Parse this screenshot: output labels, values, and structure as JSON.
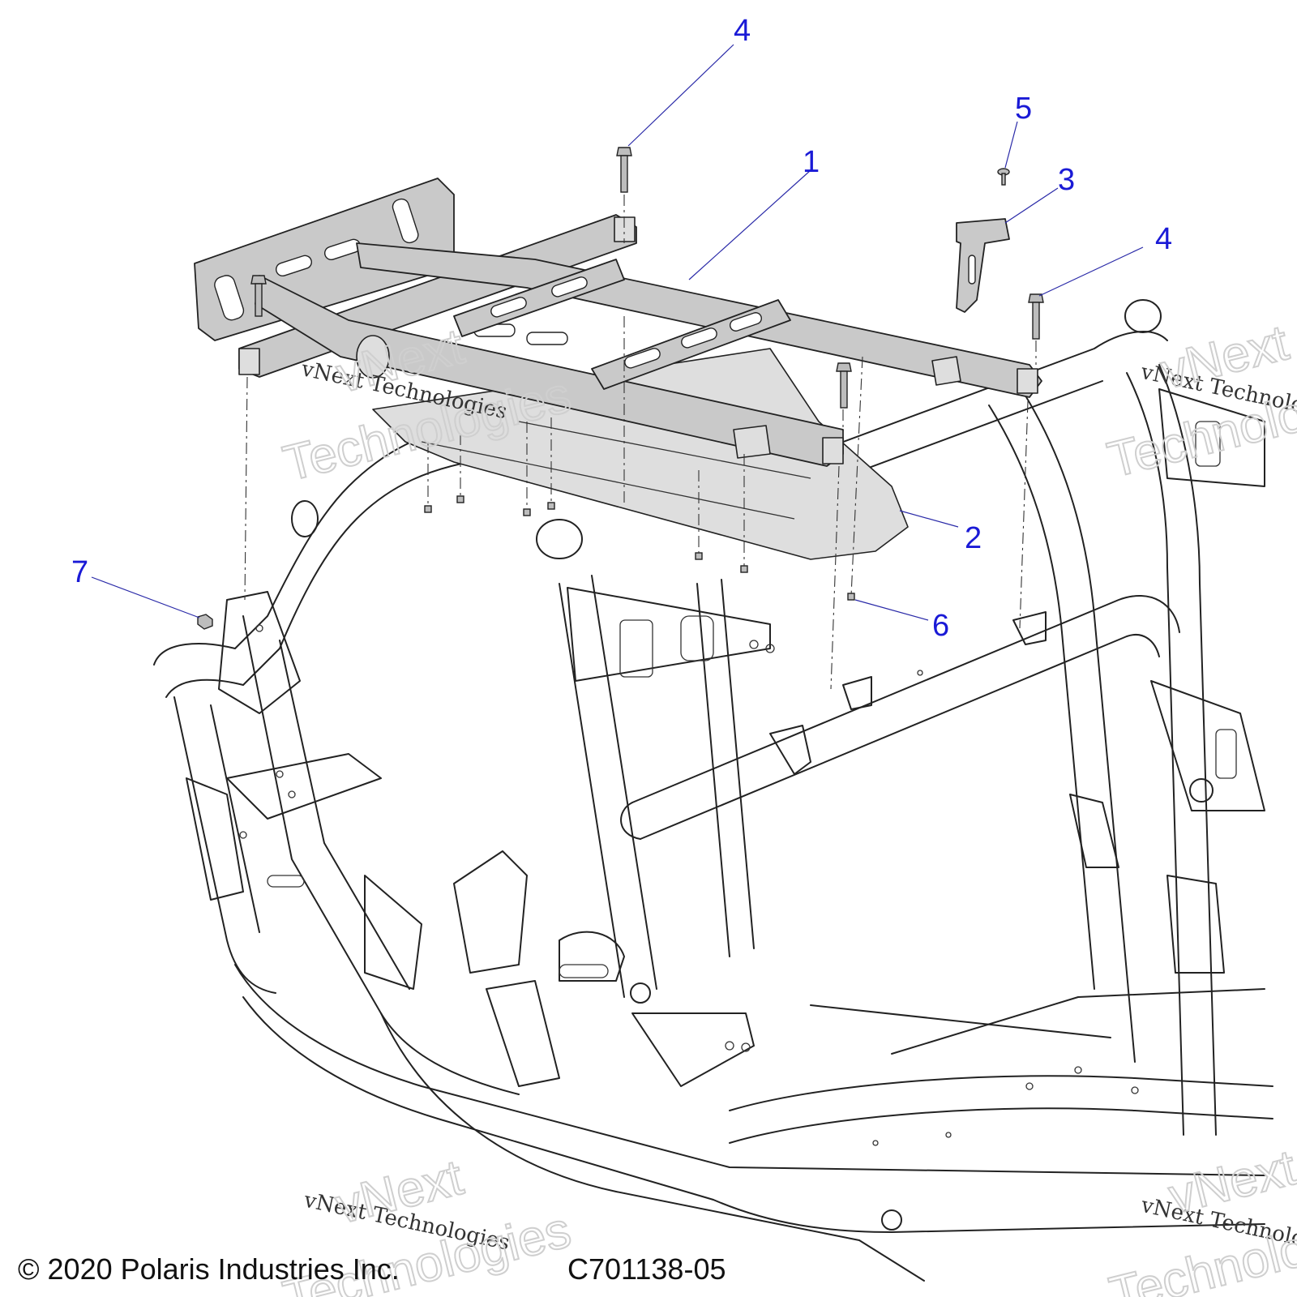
{
  "callouts": [
    {
      "id": "4",
      "label": "4"
    },
    {
      "id": "1",
      "label": "1"
    },
    {
      "id": "5",
      "label": "5"
    },
    {
      "id": "3",
      "label": "3"
    },
    {
      "id": "4b",
      "label": "4"
    },
    {
      "id": "2",
      "label": "2"
    },
    {
      "id": "7",
      "label": "7"
    },
    {
      "id": "6",
      "label": "6"
    }
  ],
  "watermark": {
    "line_small": "vNext Technologies",
    "line_big_1": "vNext",
    "line_big_2": "Technologies"
  },
  "footer": {
    "copyright": "© 2020 Polaris Industries Inc.",
    "code": "C701138-05"
  },
  "colors": {
    "callout": "#1a1ad6",
    "part_fill": "#c9c9c9"
  }
}
